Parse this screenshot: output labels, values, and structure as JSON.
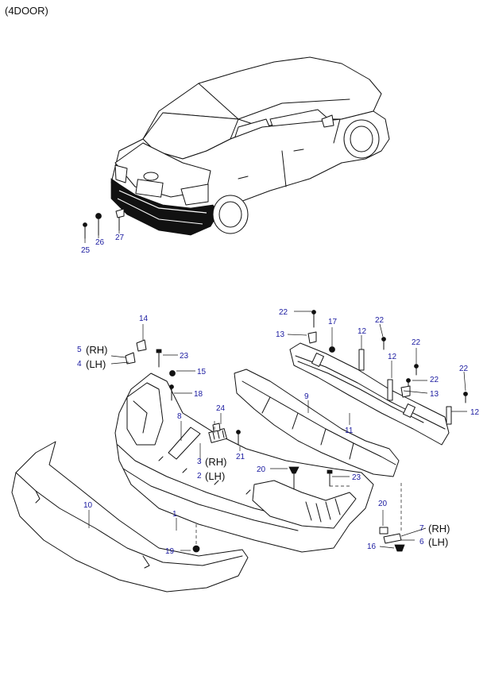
{
  "title": "(4DOOR)",
  "colors": {
    "callout": "#1a1aa0",
    "ink": "#111111",
    "background": "#ffffff"
  },
  "callouts": [
    "25",
    "26",
    "27",
    "14",
    "5",
    "4",
    "23",
    "15",
    "18",
    "8",
    "24",
    "3",
    "2",
    "21",
    "22",
    "17",
    "13",
    "12",
    "22",
    "22",
    "12",
    "22",
    "12",
    "13",
    "22",
    "9",
    "11",
    "20",
    "23",
    "10",
    "1",
    "19",
    "20",
    "7",
    "6",
    "16"
  ],
  "sides": [
    "(RH)",
    "(LH)",
    "(RH)",
    "(LH)",
    "(RH)",
    "(LH)"
  ]
}
